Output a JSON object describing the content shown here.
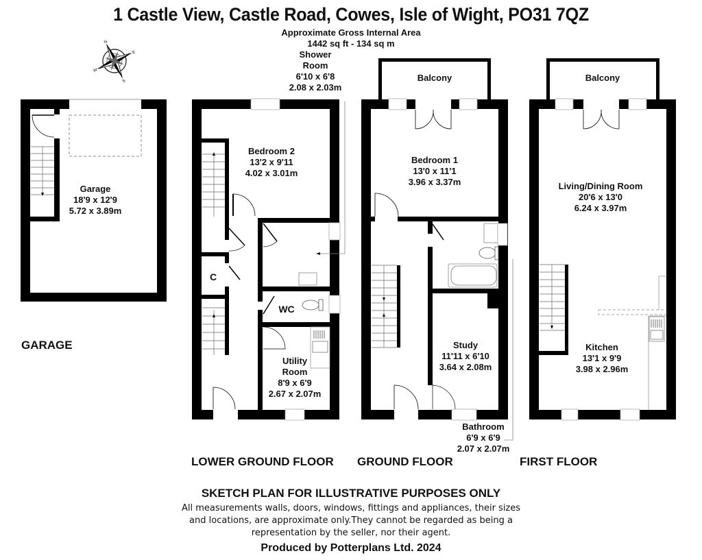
{
  "title": "1 Castle View, Castle Road, Cowes, Isle of Wight, PO31 7QZ",
  "gross_area": {
    "heading": "Approximate Gross Internal Area",
    "value": "1442 sq ft - 134 sq m"
  },
  "compass": {
    "icon": "compass-rose-icon",
    "labels": [
      "N",
      "E",
      "S",
      "W"
    ]
  },
  "floors": [
    {
      "name": "GARAGE",
      "rooms": [
        {
          "name": "Garage",
          "imperial": "18'9 x 12'9",
          "metric": "5.72 x 3.89m"
        }
      ]
    },
    {
      "name": "LOWER GROUND FLOOR",
      "rooms": [
        {
          "name": "Bedroom 2",
          "imperial": "13'2 x 9'11",
          "metric": "4.02 x 3.01m"
        },
        {
          "name_line1": "Shower",
          "name_line2": "Room",
          "imperial": "6'10 x 6'8",
          "metric": "2.08 x 2.03m"
        },
        {
          "name": "C"
        },
        {
          "name": "WC"
        },
        {
          "name_line1": "Utility",
          "name_line2": "Room",
          "imperial": "8'9 x 6'9",
          "metric": "2.67 x 2.07m"
        }
      ]
    },
    {
      "name": "GROUND FLOOR",
      "rooms": [
        {
          "name": "Balcony"
        },
        {
          "name": "Bedroom 1",
          "imperial": "13'0 x 11'1",
          "metric": "3.96 x 3.37m"
        },
        {
          "name": "Study",
          "imperial": "11'11 x 6'10",
          "metric": "3.64 x 2.08m"
        },
        {
          "name": "Bathroom",
          "imperial": "6'9 x 6'9",
          "metric": "2.07 x 2.07m"
        }
      ]
    },
    {
      "name": "FIRST FLOOR",
      "rooms": [
        {
          "name": "Balcony"
        },
        {
          "name": "Living/Dining Room",
          "imperial": "20'6 x 13'0",
          "metric": "6.24 x 3.97m"
        },
        {
          "name": "Kitchen",
          "imperial": "13'1 x 9'9",
          "metric": "3.98 x 2.96m"
        }
      ]
    }
  ],
  "disclaimer": {
    "heading": "SKETCH PLAN FOR ILLUSTRATIVE PURPOSES ONLY",
    "line1": "All measurements walls, doors, windows, fittings and appliances, their sizes",
    "line2": "and locations, are approximate only.They cannot be regarded as being a",
    "line3": "representation by the seller, nor their agent.",
    "producer": "Produced by Potterplans Ltd. 2024"
  },
  "colors": {
    "wall": "#000000",
    "background": "#ffffff",
    "fixture_line": "#888888"
  }
}
